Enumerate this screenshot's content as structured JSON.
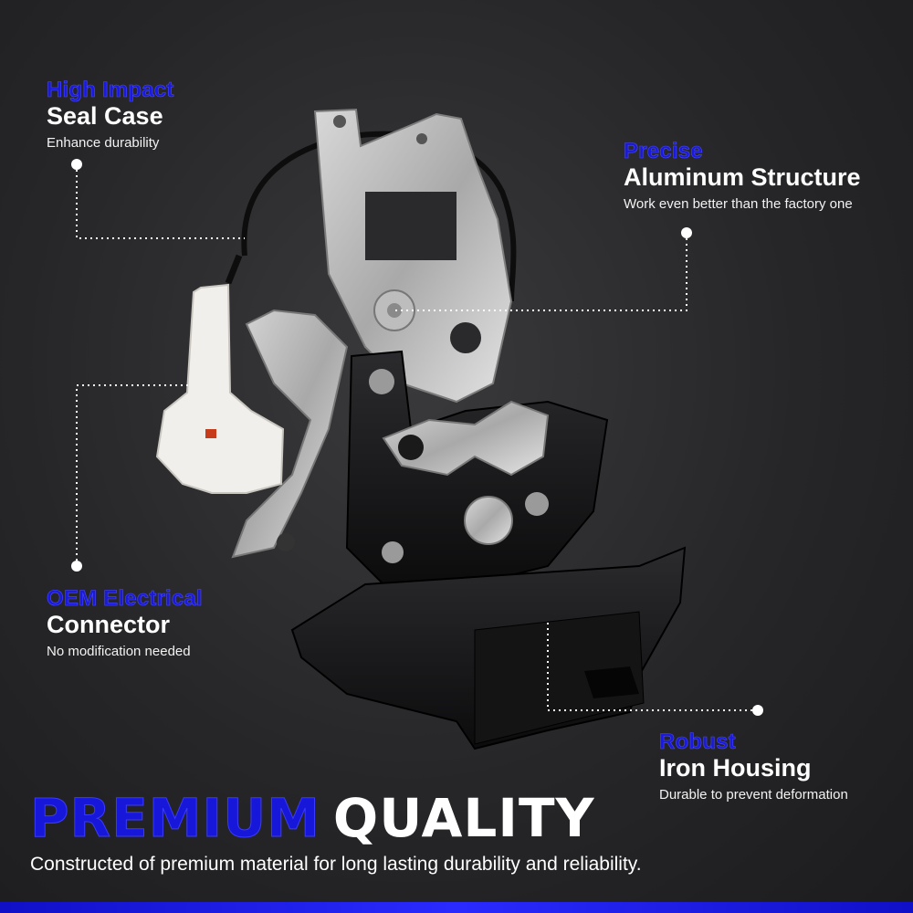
{
  "callouts": [
    {
      "tag": "High Impact",
      "title": "Seal Case",
      "desc": "Enhance durability"
    },
    {
      "tag": "Precise",
      "title": "Aluminum Structure",
      "desc": "Work even better than the factory one"
    },
    {
      "tag": "OEM Electrical",
      "title": "Connector",
      "desc": "No modification needed"
    },
    {
      "tag": "Robust",
      "title": "Iron Housing",
      "desc": "Durable to prevent deformation"
    }
  ],
  "banner": {
    "premium": "PREMIUM",
    "quality": "QUALITY",
    "subline": "Constructed of premium material for long lasting durability and reliability."
  },
  "colors": {
    "accent": "#1b1bd6",
    "background": "#2a2a2c",
    "text": "#ffffff"
  },
  "image": {
    "subject": "door-latch-actuator"
  }
}
